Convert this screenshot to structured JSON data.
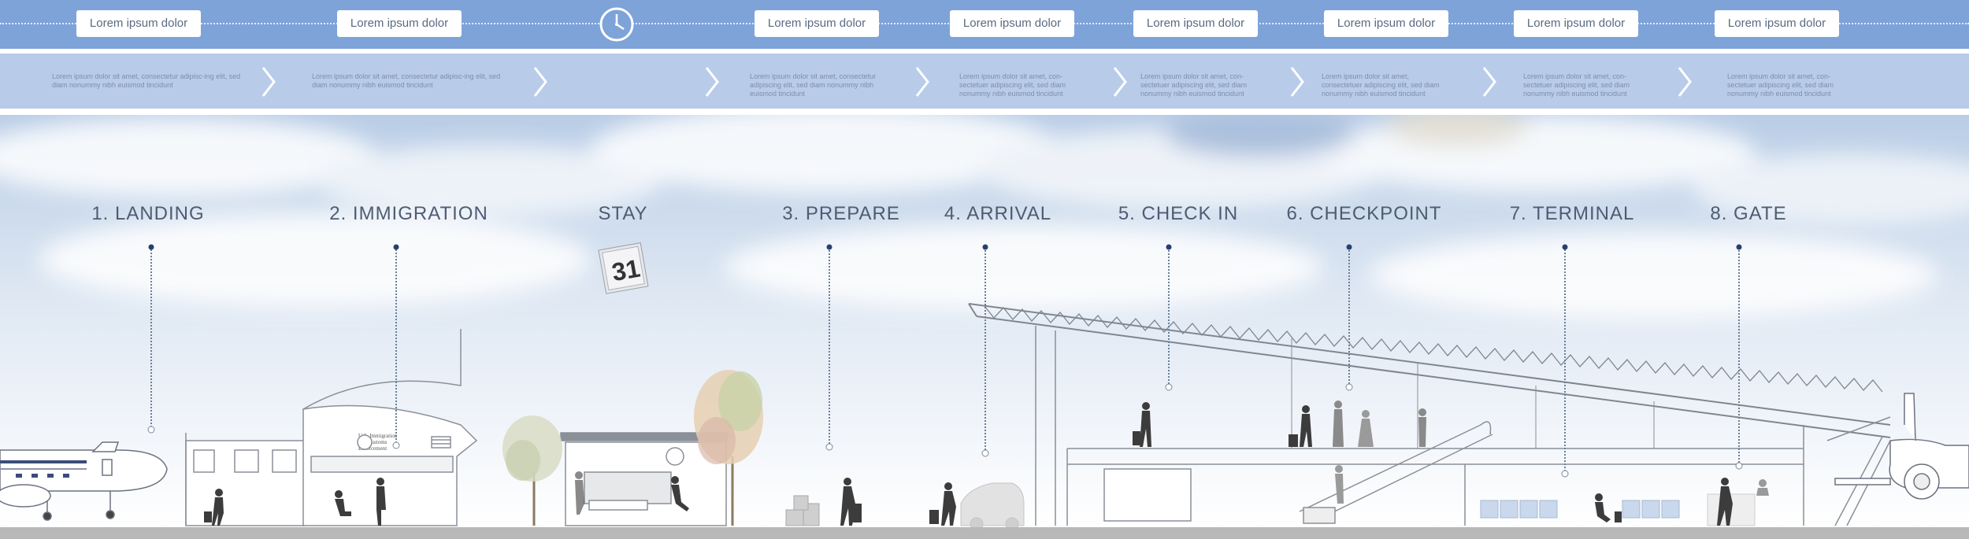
{
  "top_labels": [
    "Lorem ipsum dolor",
    "Lorem ipsum dolor",
    "Lorem ipsum dolor",
    "Lorem ipsum dolor",
    "Lorem ipsum dolor",
    "Lorem ipsum dolor",
    "Lorem ipsum dolor",
    "Lorem ipsum dolor"
  ],
  "descriptions": [
    "Lorem ipsum dolor sit amet, consectetur adipisc-ing elit, sed diam nonummy nibh euismod tincidunt",
    "Lorem ipsum dolor sit amet, consectetur adipisc-ing elit, sed diam nonummy nibh euismod tincidunt",
    "Lorem ipsum dolor sit amet, consectetur adipiscing elit, sed diam nonummy nibh euismod tincidunt",
    "Lorem ipsum dolor sit amet, con-sectetuer adipiscing elit, sed diam nonummy nibh euismod tincidunt",
    "Lorem ipsum dolor sit amet, con-sectetuer adipiscing elit, sed diam nonummy nibh euismod tincidunt",
    "Lorem ipsum dolor sit amet, consectetuer adipiscing elit, sed diam nonummy nibh euismod tincidunt",
    "Lorem ipsum dolor sit amet, con-sectetuer adipiscing elit, sed diam nonummy nibh euismod tincidunt",
    "Lorem ipsum dolor sit amet, con-sectetuer adipiscing elit, sed diam nonummy nibh euismod tincidunt"
  ],
  "stages": [
    "1. LANDING",
    "2. IMMIGRATION",
    "STAY",
    "3. PREPARE",
    "4. ARRIVAL",
    "5. CHECK IN",
    "6. CHECKPOINT",
    "7. TERMINAL",
    "8. GATE"
  ],
  "calendar_day": "31",
  "sign_text": [
    "U.S. Immigration",
    "and Customs",
    "Enforcement"
  ],
  "colors": {
    "top_bar": "#7ea3d8",
    "desc_band": "#b8ccea",
    "stage_text": "#4e5c72",
    "pin_dot": "#27406e",
    "ground": "#b8b8b8"
  }
}
